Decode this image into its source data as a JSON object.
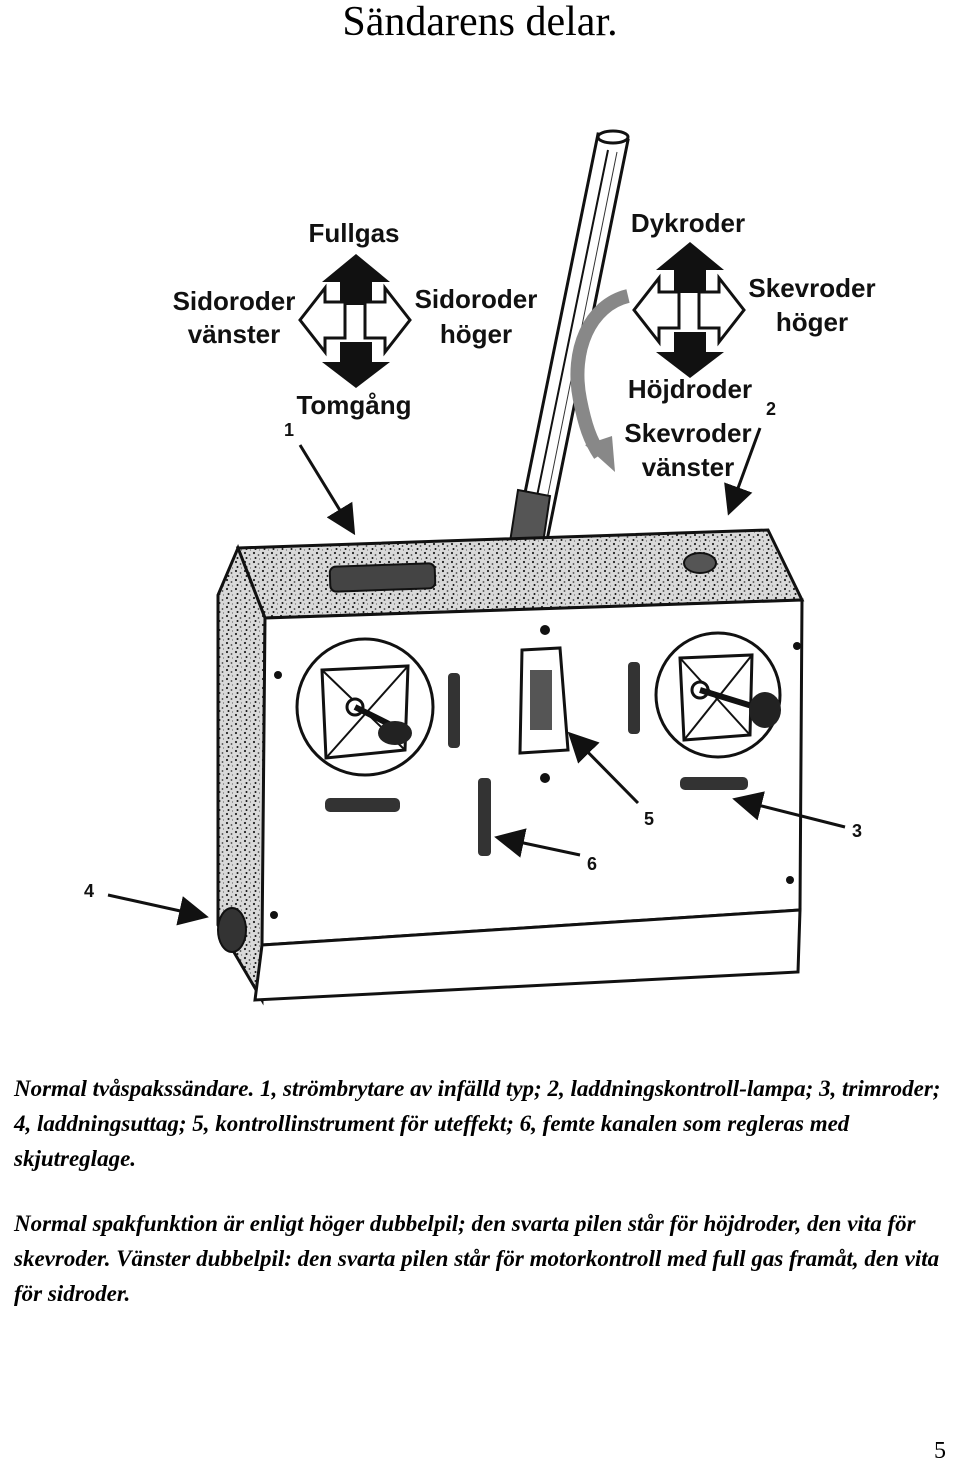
{
  "page": {
    "title": "Sändarens delar.",
    "page_number": "5"
  },
  "figure": {
    "labels": {
      "fullgas": "Fullgas",
      "tomgang": "Tomgång",
      "sidoroder_vanster_line1": "Sidoroder",
      "sidoroder_vanster_line2": "vänster",
      "sidoroder_hoger_line1": "Sidoroder",
      "sidoroder_hoger_line2": "höger",
      "dykroder": "Dykroder",
      "hojdroder": "Höjdroder",
      "skevroder_hoger_line1": "Skevroder",
      "skevroder_hoger_line2": "höger",
      "skevroder_vanster_line1": "Skevroder",
      "skevroder_vanster_line2": "vänster"
    },
    "callouts": [
      "1",
      "2",
      "3",
      "4",
      "5",
      "6"
    ]
  },
  "captions": {
    "paragraph_1": "Normal tvåspakssändare. 1, strömbrytare av infälld typ; 2, laddningskontroll-lampa; 3, trimroder; 4, laddningsuttag; 5, kontrollinstrument för uteffekt; 6, femte kanalen som regleras med skjutreglage.",
    "paragraph_2": "Normal spakfunktion är enligt höger dubbelpil; den svarta pilen står för höjdroder, den vita för skevroder. Vänster dubbelpil: den svarta pilen står för motorkontroll med full gas framåt, den vita för sidroder."
  }
}
